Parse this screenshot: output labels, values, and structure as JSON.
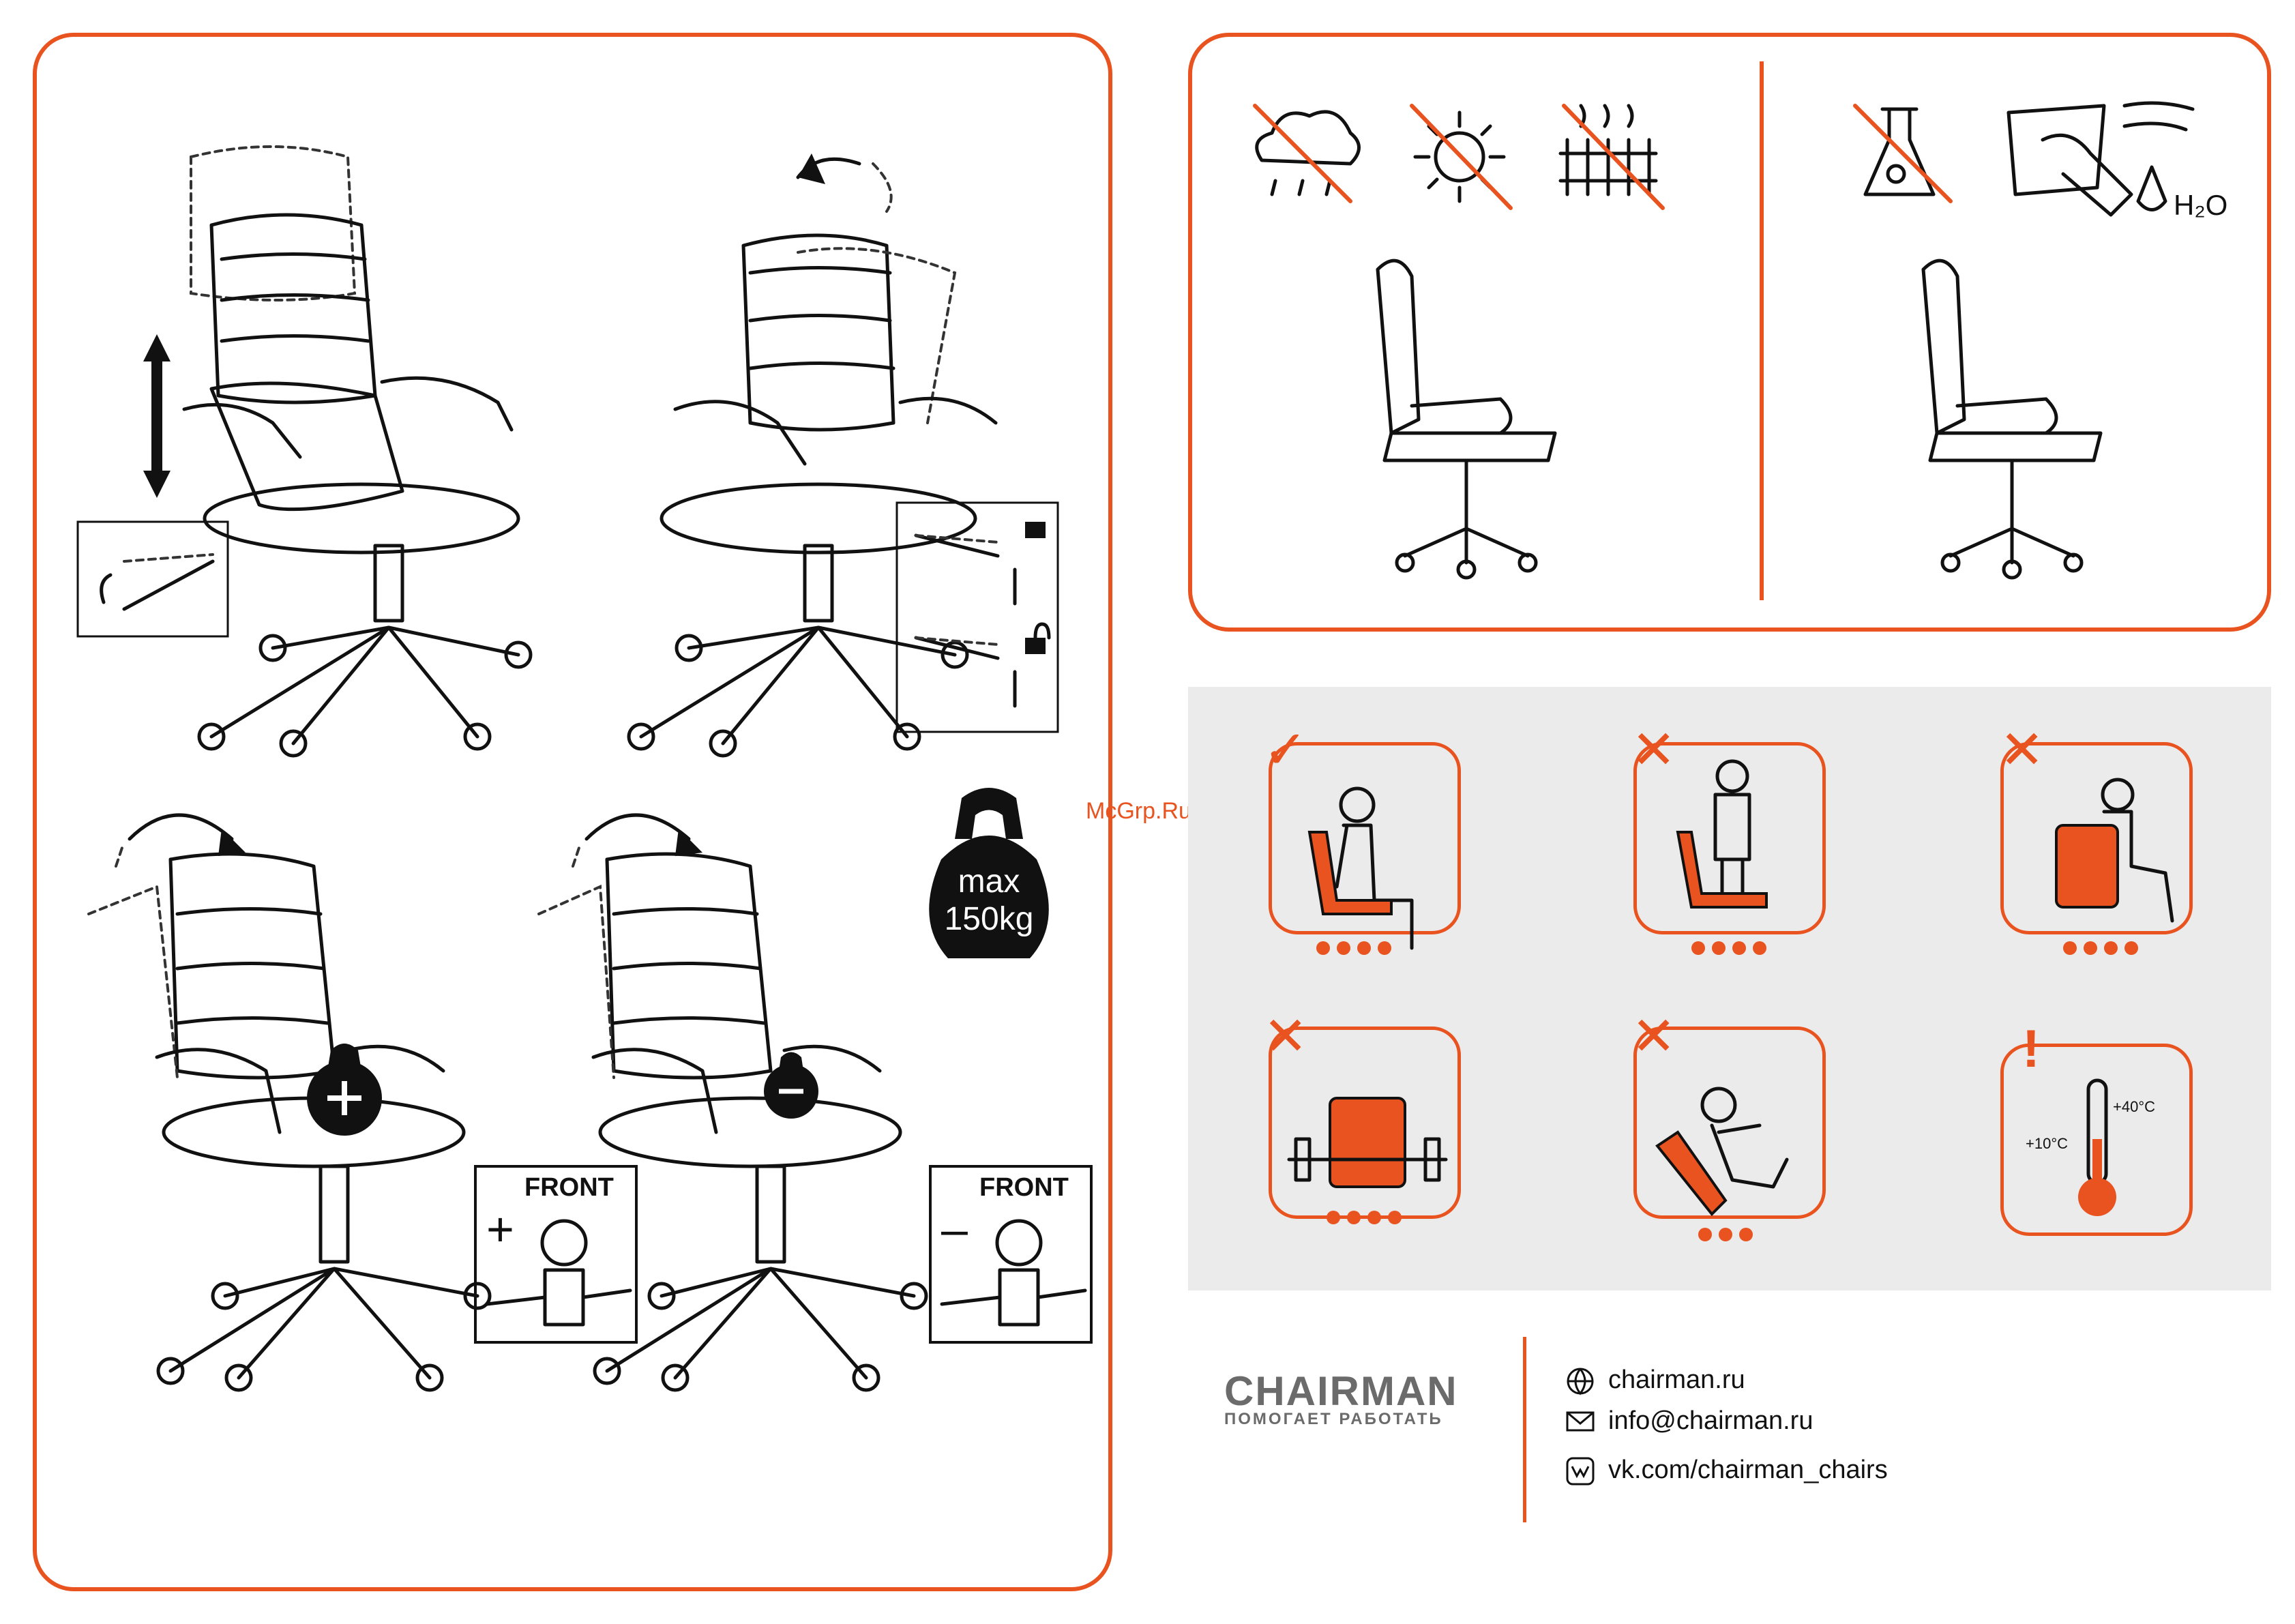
{
  "weight_limit": {
    "line1": "max",
    "line2": "150kg"
  },
  "watermark": "McGrp.Ru",
  "tilt_tension": {
    "increase": {
      "front_label": "FRONT",
      "symbol": "+"
    },
    "decrease": {
      "front_label": "FRONT",
      "symbol": "–"
    }
  },
  "thermometer": {
    "low": "+10°C",
    "high": "+40°C"
  },
  "water_symbol": "H₂O",
  "usage_marks": {
    "correct": "✓",
    "wrong": "✕",
    "warning": "!"
  },
  "brand": {
    "name": "CHAIRMAN",
    "tagline": "ПОМОГАЕТ РАБОТАТЬ"
  },
  "contacts": [
    {
      "icon": "globe-icon",
      "text": "chairman.ru"
    },
    {
      "icon": "mail-icon",
      "text": "info@chairman.ru"
    },
    {
      "icon": "vk-icon",
      "text": "vk.com/chairman_chairs"
    }
  ],
  "colors": {
    "accent": "#e8531f",
    "usage_background": "#ebebeb",
    "brand_gray": "#6b6b6b"
  }
}
